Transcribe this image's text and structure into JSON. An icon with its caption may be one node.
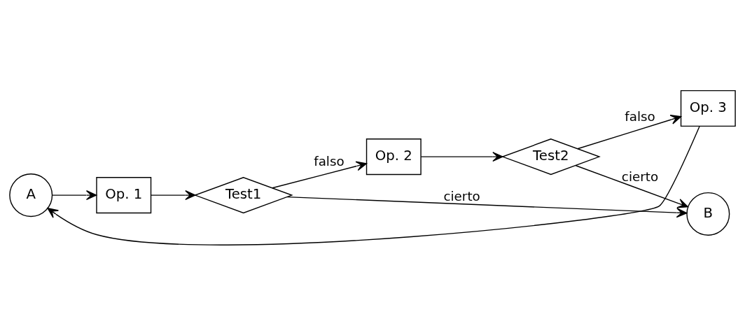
{
  "diagram": {
    "nodes": [
      {
        "text": [
          "A"
        ]
      },
      {
        "text": [
          "Op. 1"
        ]
      },
      {
        "text": [
          "Test1"
        ]
      },
      {
        "text": [
          "Op. 2"
        ]
      },
      {
        "text": [
          "Test2"
        ]
      },
      {
        "text": [
          "Op. 3"
        ]
      },
      {
        "text": [
          "B"
        ]
      }
    ],
    "edges": [
      {
        "from": 0,
        "to": 1,
        "arrow": "to"
      },
      {
        "from": 1,
        "to": 2,
        "arrow": "to"
      },
      {
        "from": 2,
        "to": 3,
        "label": "falso",
        "arrow": "to"
      },
      {
        "from": 3,
        "to": 4,
        "arrow": "to"
      },
      {
        "from": 4,
        "to": 5,
        "label": "falso",
        "arrow": "to"
      },
      {
        "from": 5,
        "to": 0,
        "arrow": "to"
      },
      {
        "from": 2,
        "to": 6,
        "label": "cierto",
        "arrow": "to"
      },
      {
        "from": 4,
        "to": 6,
        "label": "cierto",
        "arrow": "to"
      }
    ]
  }
}
